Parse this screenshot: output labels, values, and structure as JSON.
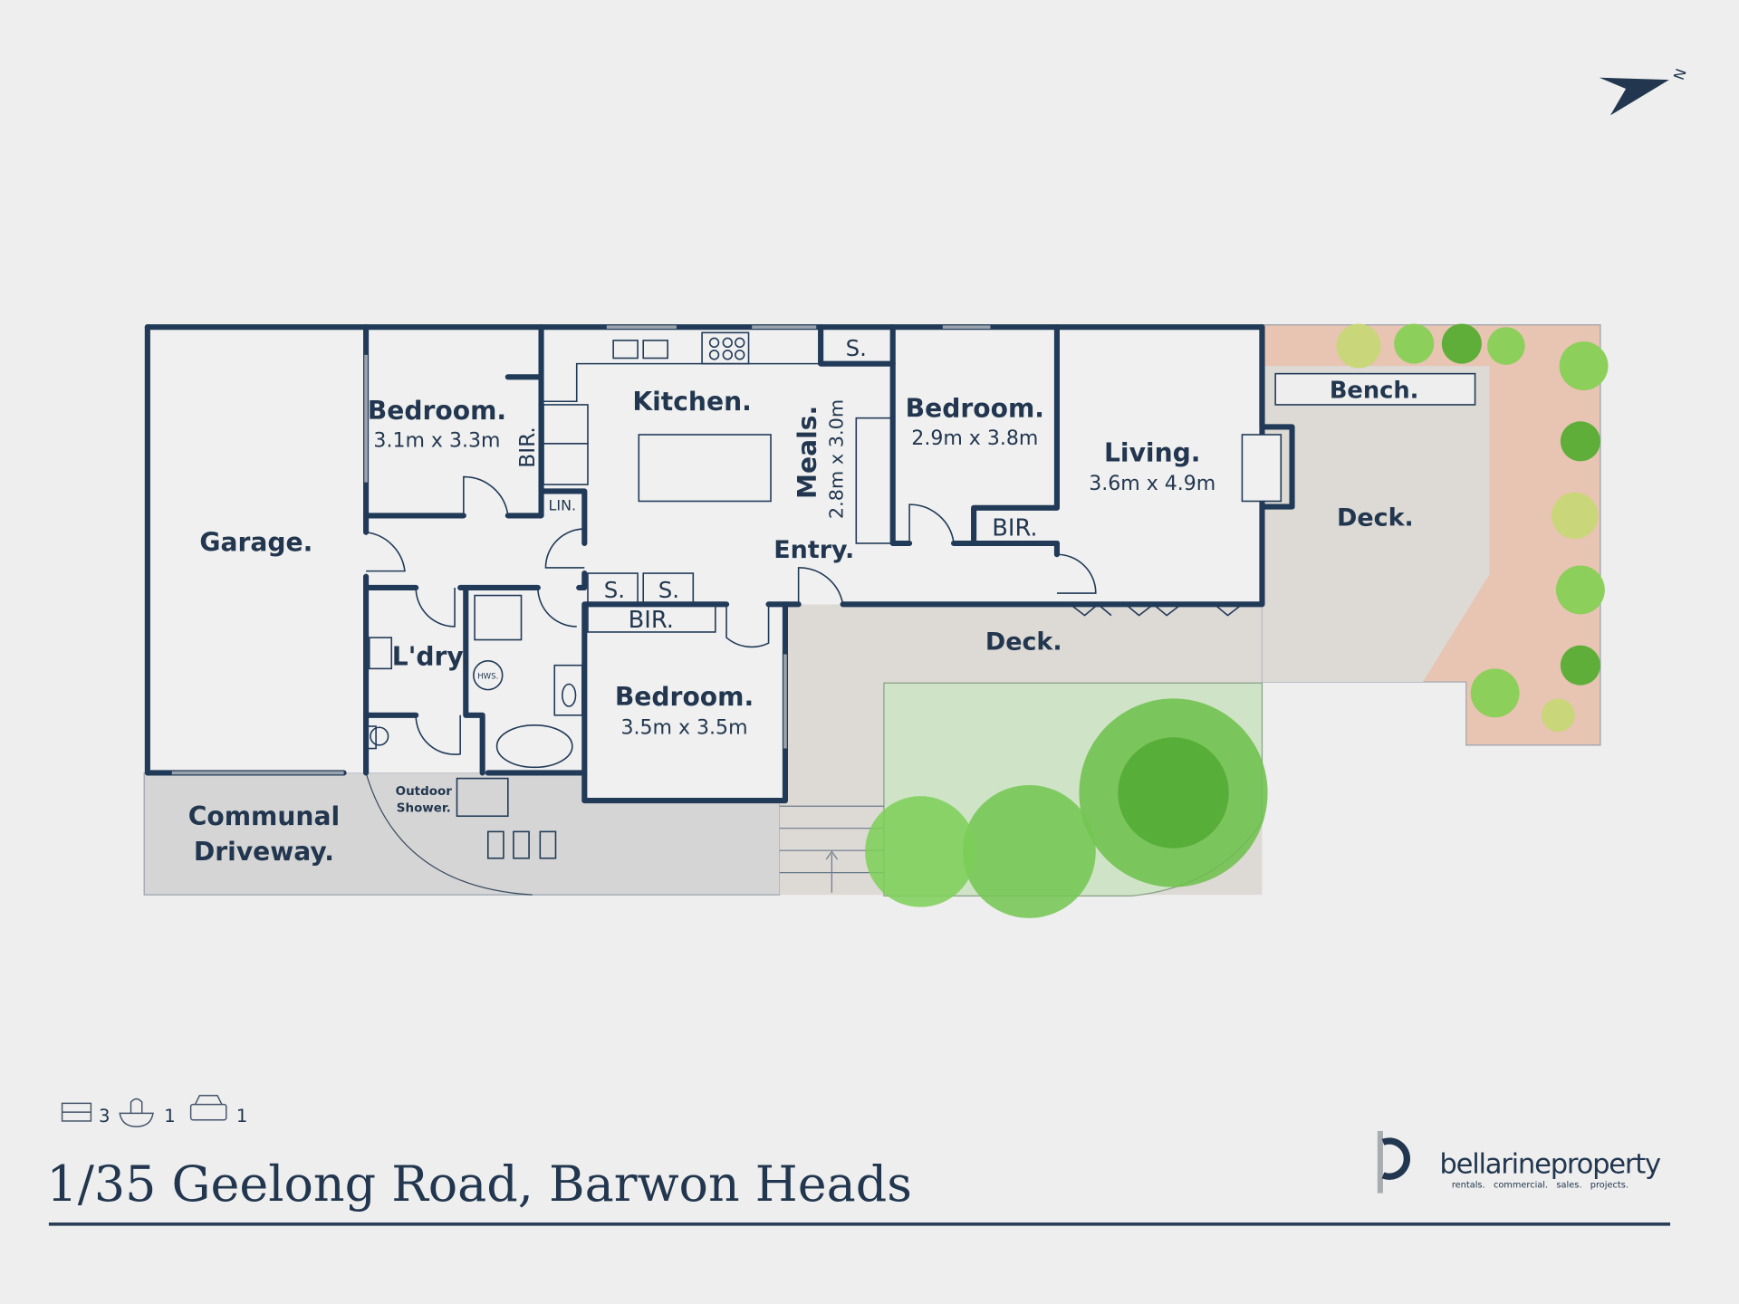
{
  "plan": {
    "rooms": {
      "garage": "Garage.",
      "bedroom1": {
        "name": "Bedroom.",
        "dims": "3.1m x 3.3m"
      },
      "bir1": "BIR.",
      "lin": "LIN.",
      "kitchen": "Kitchen.",
      "meals": {
        "name": "Meals.",
        "dims": "2.8m x 3.0m"
      },
      "s_top": "S.",
      "bedroom2": {
        "name": "Bedroom.",
        "dims": "2.9m x 3.8m"
      },
      "bir2": "BIR.",
      "living": {
        "name": "Living.",
        "dims": "3.6m x 4.9m"
      },
      "entry": "Entry.",
      "s1": "S.",
      "s2": "S.",
      "bir3": "BIR.",
      "laundry": "L'dry.",
      "hws": "HWS.",
      "bedroom3": {
        "name": "Bedroom.",
        "dims": "3.5m x 3.5m"
      },
      "deck_lower": "Deck.",
      "deck_right": "Deck.",
      "bench": "Bench.",
      "outdoor_shower": [
        "Outdoor",
        "Shower."
      ],
      "communal_driveway": [
        "Communal",
        "Driveway."
      ]
    },
    "compass": "N"
  },
  "features": {
    "bedrooms": "3",
    "bathrooms": "1",
    "car_spaces": "1"
  },
  "address": "1/35 Geelong Road, Barwon Heads",
  "brand": {
    "name": "bellarineproperty",
    "tagline": "rentals.   commercial.   sales.   projects."
  },
  "colors": {
    "wall": "#213a58",
    "deck": "#ddd9d5",
    "lawn": "#cfe3c6",
    "garden": "#e8c4b3",
    "driveway": "#d5d5d5"
  }
}
